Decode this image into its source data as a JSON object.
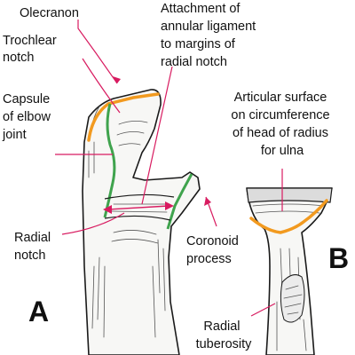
{
  "colors": {
    "pointer": "#d81b60",
    "capsule": "#3fa34d",
    "cartilage": "#f29a1f",
    "outline": "#1a1a1a"
  },
  "labels": {
    "olecranon": "Olecranon",
    "trochlear_notch": [
      "Trochlear",
      "notch"
    ],
    "capsule": [
      "Capsule",
      "of elbow",
      "joint"
    ],
    "annular": [
      "Attachment of",
      "annular ligament",
      "to margins of",
      "radial notch"
    ],
    "radial_notch": [
      "Radial",
      "notch"
    ],
    "coronoid": [
      "Coronoid",
      "process"
    ],
    "articular": [
      "Articular surface",
      "on circumference",
      "of head of radius",
      "for ulna"
    ],
    "tuberosity": [
      "Radial",
      "tuberosity"
    ]
  },
  "panels": {
    "a": "A",
    "b": "B"
  }
}
